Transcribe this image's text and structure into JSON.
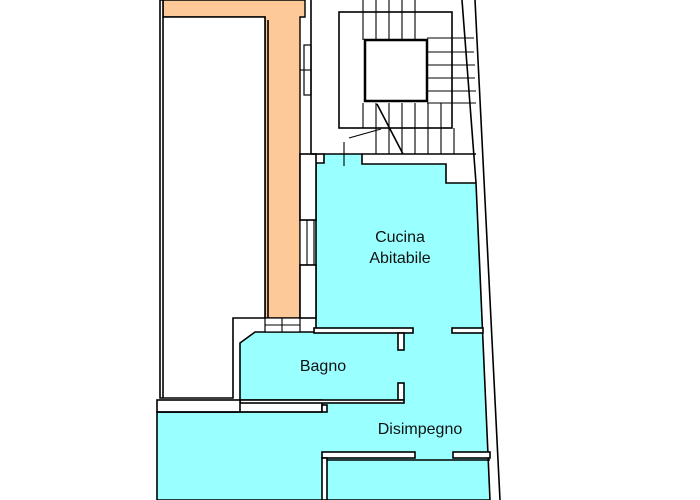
{
  "colors": {
    "apartment_fill": "#99FFFF",
    "common_area_fill": "#FDC998",
    "wall": "#000000",
    "background": "#FFFFFF"
  },
  "rooms": [
    {
      "id": "cucina",
      "label_line1": "Cucina",
      "label_line2": "Abitabile"
    },
    {
      "id": "bagno",
      "label": "Bagno"
    },
    {
      "id": "disimpegno",
      "label": "Disimpegno"
    }
  ]
}
